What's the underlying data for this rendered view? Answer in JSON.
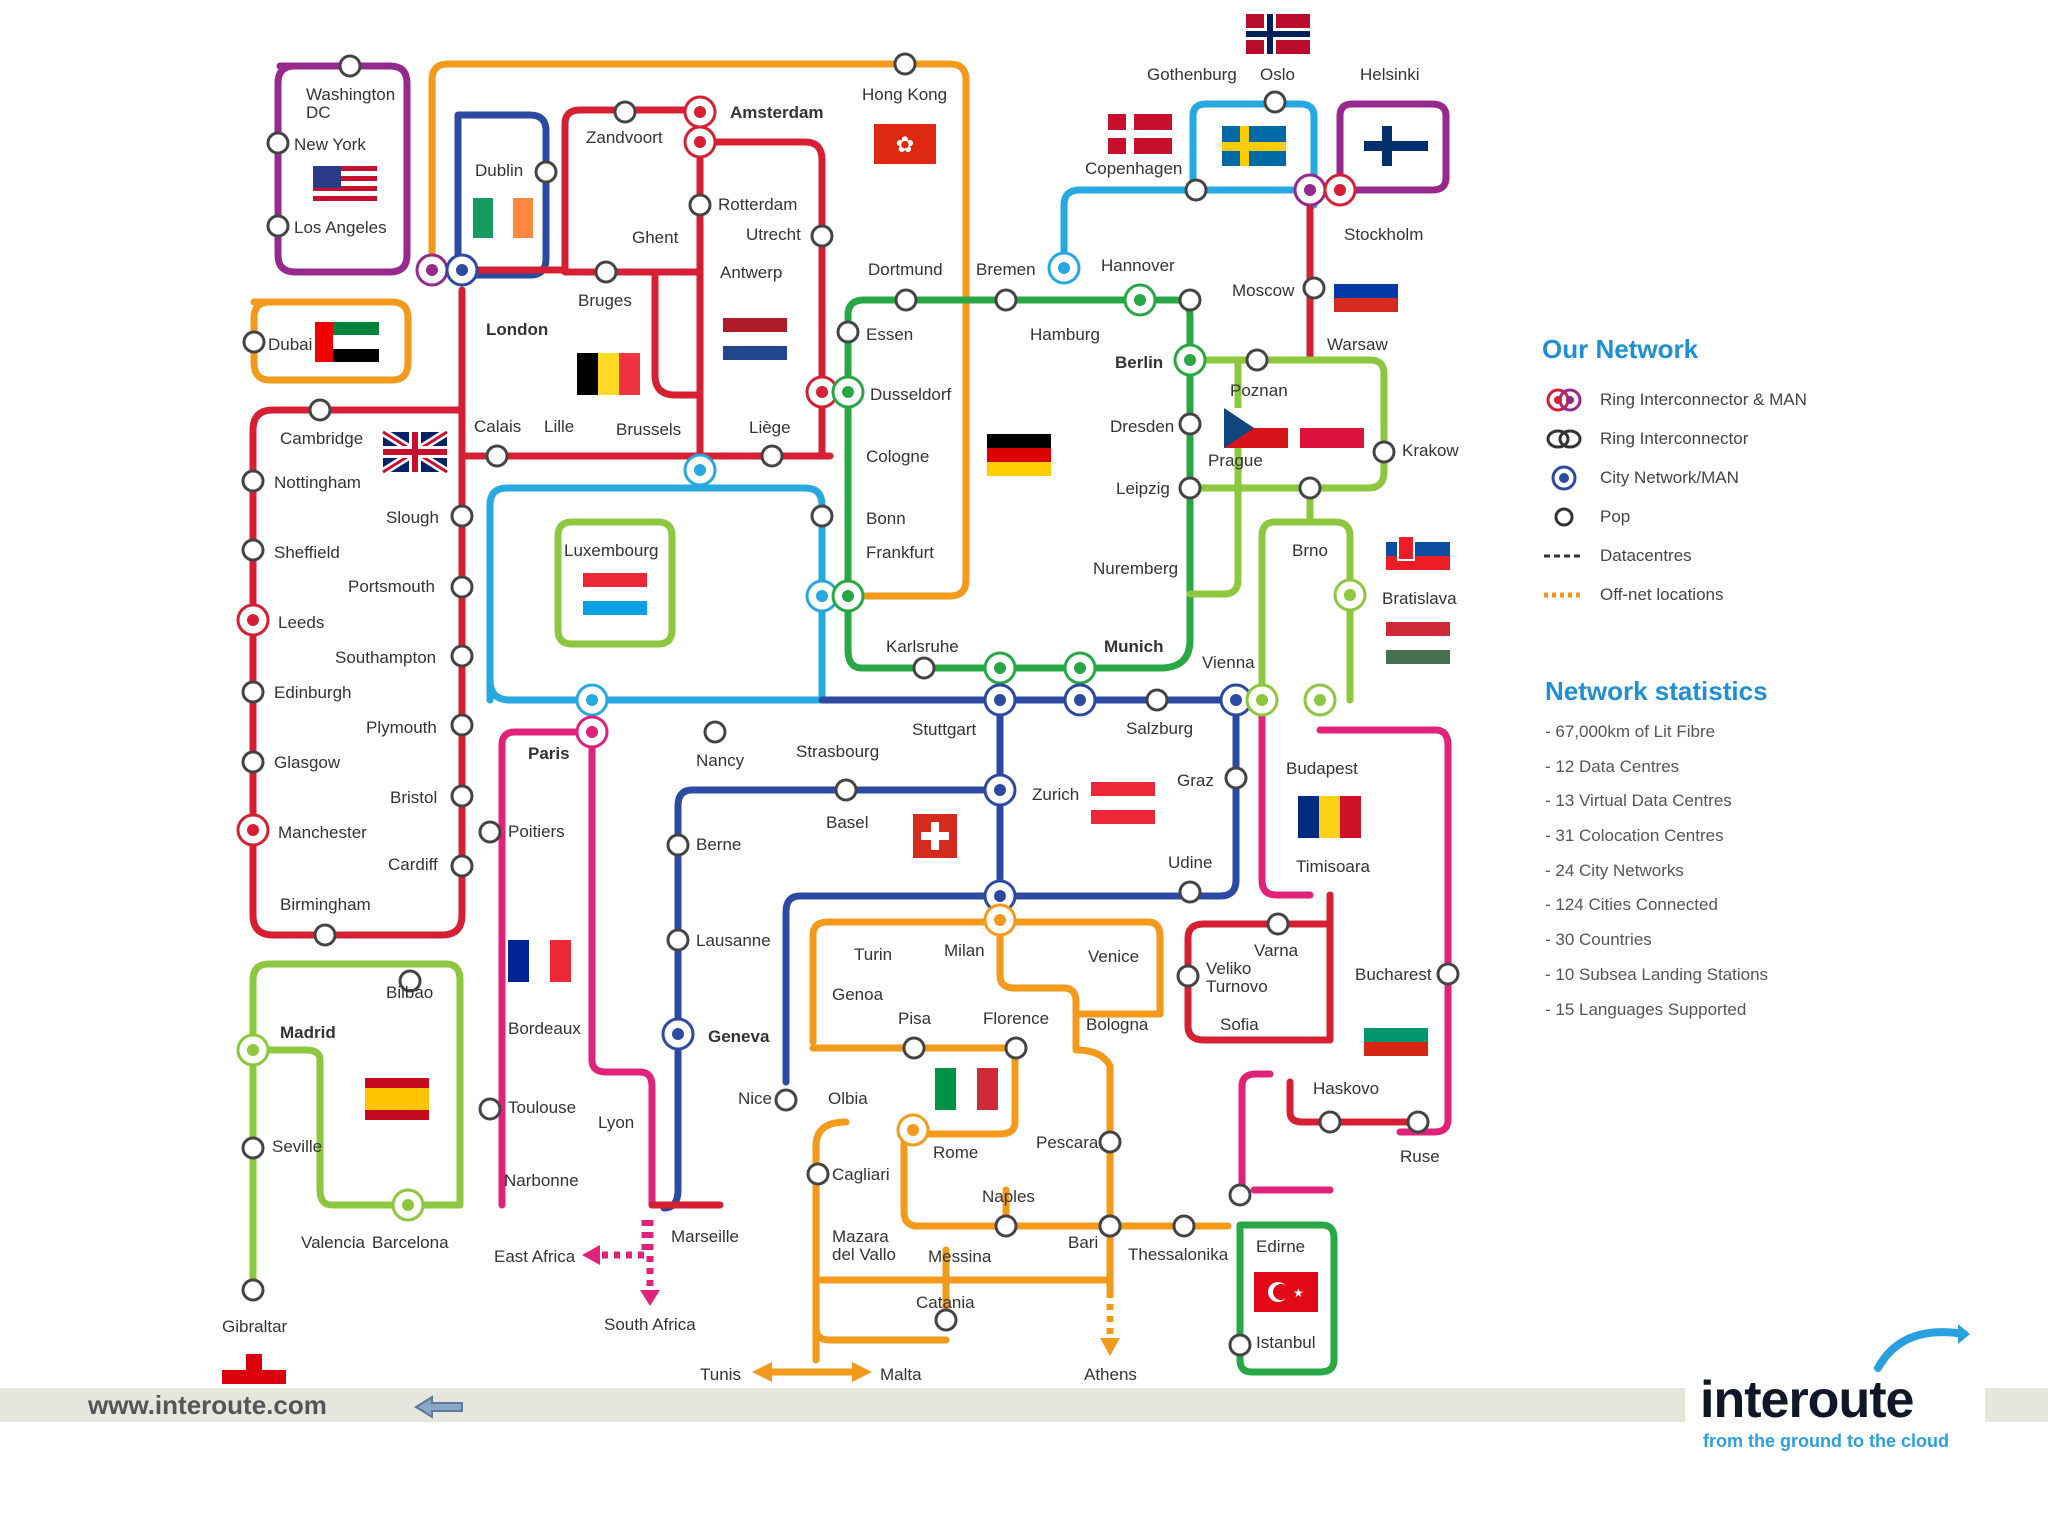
{
  "colors": {
    "red": "#d71f33",
    "orange": "#f39a1c",
    "blue": "#2d4aa2",
    "lightblue": "#26a8e0",
    "green": "#28a745",
    "lime": "#8dc63f",
    "purple": "#97288e",
    "magenta": "#e0227b",
    "accent": "#1e8fd6"
  },
  "cities": {
    "washington": "Washington\nDC",
    "newyork": "New York",
    "losangeles": "Los Angeles",
    "dubai": "Dubai",
    "dublin": "Dublin",
    "london": "London",
    "zandvoort": "Zandvoort",
    "amsterdam": "Amsterdam",
    "hongkong": "Hong Kong",
    "rotterdam": "Rotterdam",
    "utrecht": "Utrecht",
    "ghent": "Ghent",
    "antwerp": "Antwerp",
    "bruges": "Bruges",
    "dortmund": "Dortmund",
    "bremen": "Bremen",
    "hannover": "Hannover",
    "hamburg": "Hamburg",
    "essen": "Essen",
    "berlin": "Berlin",
    "dusseldorf": "Dusseldorf",
    "cambridge": "Cambridge",
    "calais": "Calais",
    "lille": "Lille",
    "brussels": "Brussels",
    "liege": "Liège",
    "cologne": "Cologne",
    "nottingham": "Nottingham",
    "slough": "Slough",
    "sheffield": "Sheffield",
    "portsmouth": "Portsmouth",
    "leeds": "Leeds",
    "southampton": "Southampton",
    "edinburgh": "Edinburgh",
    "plymouth": "Plymouth",
    "glasgow": "Glasgow",
    "bristol": "Bristol",
    "manchester": "Manchester",
    "cardiff": "Cardiff",
    "birmingham": "Birmingham",
    "luxembourg": "Luxembourg",
    "bonn": "Bonn",
    "frankfurt": "Frankfurt",
    "karlsruhe": "Karlsruhe",
    "munich": "Munich",
    "nuremberg": "Nuremberg",
    "dresden": "Dresden",
    "leipzig": "Leipzig",
    "gothenburg": "Gothenburg",
    "oslo": "Oslo",
    "helsinki": "Helsinki",
    "copenhagen": "Copenhagen",
    "stockholm": "Stockholm",
    "moscow": "Moscow",
    "warsaw": "Warsaw",
    "poznan": "Poznan",
    "prague": "Prague",
    "krakow": "Krakow",
    "brno": "Brno",
    "bratislava": "Bratislava",
    "vienna": "Vienna",
    "salzburg": "Salzburg",
    "stuttgart": "Stuttgart",
    "strasbourg": "Strasbourg",
    "paris": "Paris",
    "nancy": "Nancy",
    "zurich": "Zurich",
    "basel": "Basel",
    "berne": "Berne",
    "graz": "Graz",
    "budapest": "Budapest",
    "udine": "Udine",
    "timisoara": "Timisoara",
    "poitiers": "Poitiers",
    "lausanne": "Lausanne",
    "turin": "Turin",
    "milan": "Milan",
    "venice": "Venice",
    "genoa": "Genoa",
    "veliko": "Veliko\nTurnovo",
    "varna": "Varna",
    "bucharest": "Bucharest",
    "sofia": "Sofia",
    "bilbao": "Bilbao",
    "madrid": "Madrid",
    "bordeaux": "Bordeaux",
    "geneva": "Geneva",
    "pisa": "Pisa",
    "florence": "Florence",
    "bologna": "Bologna",
    "toulouse": "Toulouse",
    "nice": "Nice",
    "olbia": "Olbia",
    "haskovo": "Haskovo",
    "seville": "Seville",
    "lyon": "Lyon",
    "rome": "Rome",
    "pescara": "Pescara",
    "ruse": "Ruse",
    "cagliari": "Cagliari",
    "narbonne": "Narbonne",
    "naples": "Naples",
    "valencia": "Valencia",
    "barcelona": "Barcelona",
    "marseille": "Marseille",
    "bari": "Bari",
    "thessalonika": "Thessalonika",
    "edirne": "Edirne",
    "eastafrica": "East Africa",
    "mazara": "Mazara\ndel Vallo",
    "messina": "Messina",
    "catania": "Catania",
    "gibraltar": "Gibraltar",
    "southafrica": "South Africa",
    "istanbul": "Istanbul",
    "tunis": "Tunis",
    "malta": "Malta",
    "athens": "Athens"
  },
  "legend": {
    "title": "Our Network",
    "items": [
      {
        "label": "Ring Interconnector & MAN",
        "icon": "ring-interconnector-man-icon"
      },
      {
        "label": "Ring Interconnector",
        "icon": "ring-interconnector-icon"
      },
      {
        "label": "City Network/MAN",
        "icon": "city-network-icon"
      },
      {
        "label": "Pop",
        "icon": "pop-icon"
      },
      {
        "label": "Datacentres",
        "icon": "datacentre-line-icon"
      },
      {
        "label": "Off-net locations",
        "icon": "offnet-line-icon"
      }
    ]
  },
  "stats": {
    "title": "Network statistics",
    "items": [
      "- 67,000km of Lit Fibre",
      "- 12 Data Centres",
      "- 13 Virtual Data Centres",
      "- 31 Colocation Centres",
      "- 24 City Networks",
      "- 124 Cities Connected",
      "- 30 Countries",
      "- 10 Subsea Landing Stations",
      "- 15 Languages Supported"
    ]
  },
  "footer": {
    "url": "www.interoute.com",
    "brand": "interoute",
    "tagline": "from the ground to the cloud"
  }
}
